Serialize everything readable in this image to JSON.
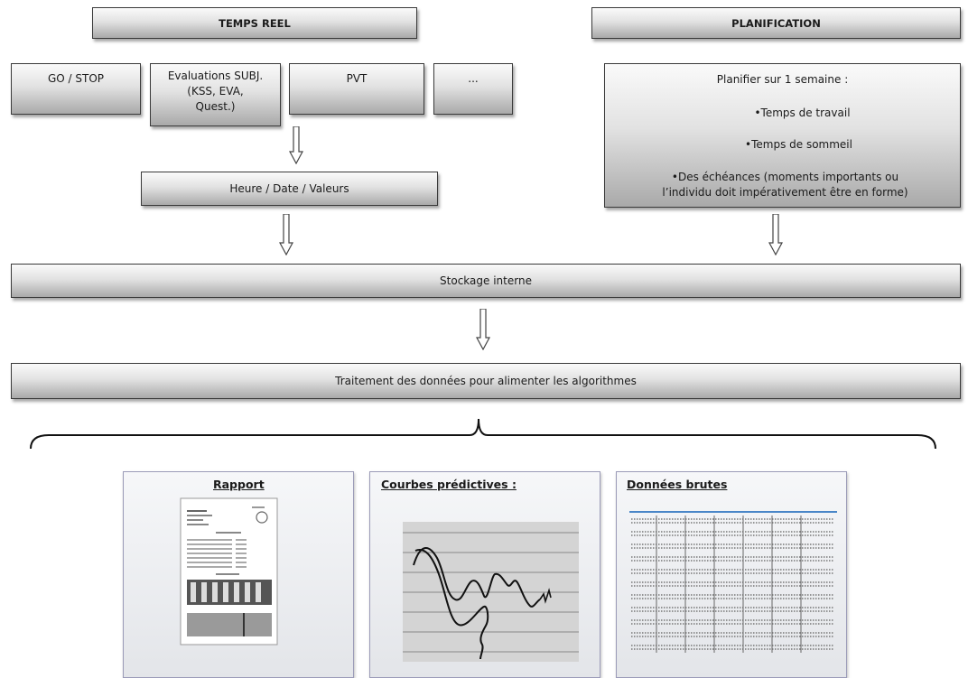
{
  "headers": {
    "realtime": "TEMPS REEL",
    "planning": "PLANIFICATION"
  },
  "inputs": [
    {
      "label": "GO / STOP"
    },
    {
      "label_lines": [
        "Evaluations SUBJ.",
        "(KSS, EVA,",
        "Quest.)"
      ]
    },
    {
      "label": "PVT"
    },
    {
      "label": "..."
    }
  ],
  "timestamp": "Heure / Date / Valeurs",
  "planning": {
    "title": "Planifier sur 1 semaine :",
    "bullets": [
      "Temps de travail",
      "Temps de sommeil"
    ],
    "deadline_lines": [
      "Des échéances (moments importants ou",
      "l’individu doit impérativement être en forme)"
    ]
  },
  "storage": "Stockage interne",
  "processing": "Traitement des données pour alimenter les algorithmes",
  "outputs": [
    {
      "title": "Rapport"
    },
    {
      "title": "Courbes prédictives :"
    },
    {
      "title": "Données brutes"
    }
  ]
}
